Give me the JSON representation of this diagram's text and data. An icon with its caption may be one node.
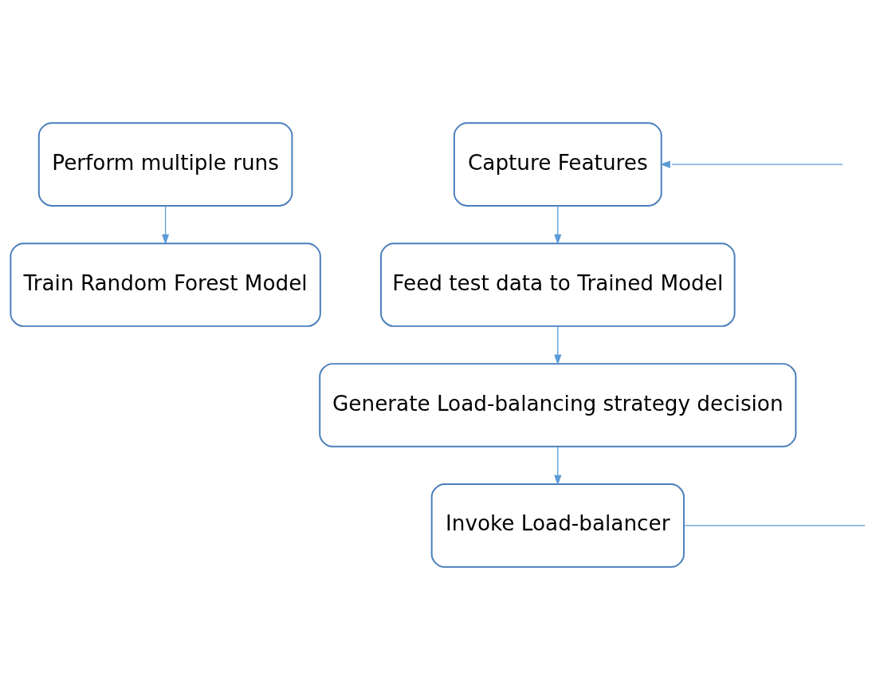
{
  "diagram": {
    "nodes": [
      {
        "text": [
          "Perform multiple runs"
        ]
      },
      {
        "text": [
          "Train Random Forest Model"
        ]
      },
      {
        "text": [
          "Capture Features"
        ]
      },
      {
        "text": [
          "Feed test data to Trained Model"
        ]
      },
      {
        "text": [
          "Generate Load-balancing strategy decision"
        ]
      },
      {
        "text": [
          "Invoke Load-balancer"
        ]
      }
    ],
    "edges": [
      {
        "from": 0,
        "to": 1,
        "arrow": "to"
      },
      {
        "from": 2,
        "to": 3,
        "arrow": "to"
      },
      {
        "from": 3,
        "to": 4,
        "arrow": "to"
      },
      {
        "from": 4,
        "to": 5,
        "arrow": "to"
      },
      {
        "from": 5,
        "to": null,
        "arrow": "none"
      },
      {
        "from": null,
        "to": 2,
        "arrow": "to"
      }
    ]
  }
}
